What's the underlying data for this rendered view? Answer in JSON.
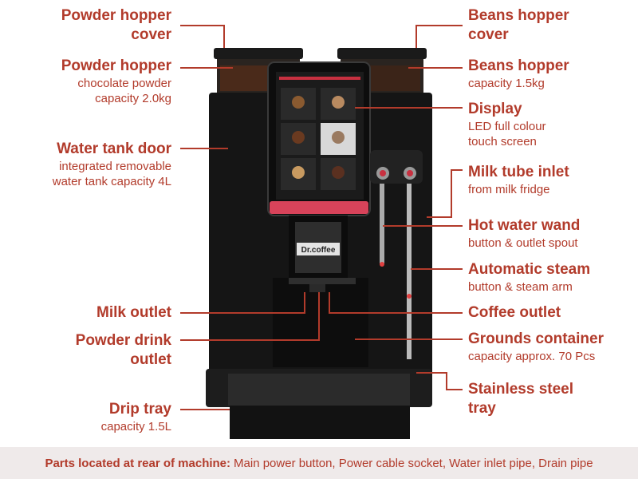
{
  "colors": {
    "accent": "#b23b2b",
    "machine": "#151515",
    "footer_bg": "#efeaea"
  },
  "brand": "Dr.coffee",
  "labels": {
    "powder_hopper_cover": {
      "title1": "Powder hopper",
      "title2": "cover"
    },
    "powder_hopper": {
      "title": "Powder hopper",
      "sub1": "chocolate powder",
      "sub2": "capacity 2.0kg"
    },
    "water_tank_door": {
      "title": "Water tank door",
      "sub1": "integrated removable",
      "sub2": "water tank capacity 4L"
    },
    "milk_outlet": {
      "title": "Milk outlet"
    },
    "powder_drink_outlet": {
      "title1": "Powder drink",
      "title2": "outlet"
    },
    "drip_tray": {
      "title": "Drip tray",
      "sub": "capacity 1.5L"
    },
    "beans_hopper_cover": {
      "title1": "Beans hopper",
      "title2": "cover"
    },
    "beans_hopper": {
      "title": "Beans hopper",
      "sub": "capacity 1.5kg"
    },
    "display": {
      "title": "Display",
      "sub1": "LED full colour",
      "sub2": "touch screen"
    },
    "milk_tube_inlet": {
      "title": "Milk tube inlet",
      "sub": "from milk fridge"
    },
    "hot_water_wand": {
      "title": "Hot water wand",
      "sub": "button & outlet spout"
    },
    "automatic_steam": {
      "title": "Automatic steam",
      "sub": "button & steam arm"
    },
    "coffee_outlet": {
      "title": "Coffee outlet"
    },
    "grounds_container": {
      "title": "Grounds container",
      "sub": "capacity approx. 70 Pcs"
    },
    "stainless_steel_tray": {
      "title1": "Stainless steel",
      "title2": "tray"
    }
  },
  "footer": {
    "label": "Parts located at rear of machine:",
    "text": "Main power button, Power cable socket, Water inlet pipe, Drain pipe"
  }
}
